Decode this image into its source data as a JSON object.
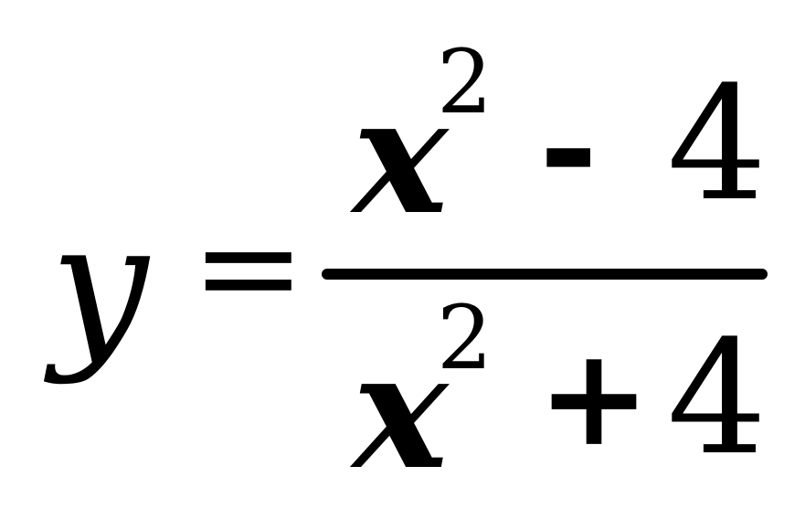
{
  "formula": {
    "left_side": "y",
    "equals": "=",
    "numerator": {
      "base": "x",
      "exponent": "2",
      "operator": "-",
      "constant": "4"
    },
    "denominator": {
      "base": "x",
      "exponent": "2",
      "operator": "+",
      "constant": "4"
    }
  }
}
